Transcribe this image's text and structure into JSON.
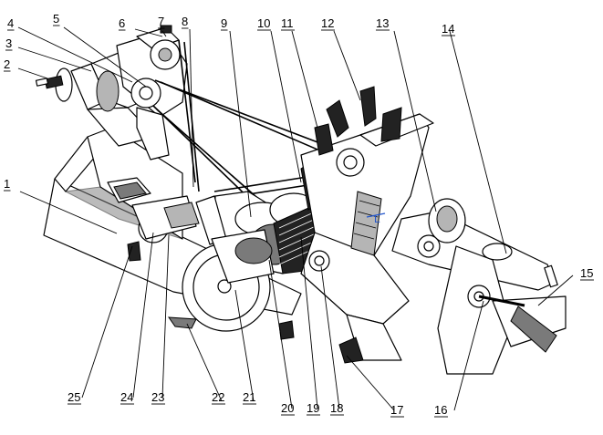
{
  "figure": {
    "callouts": [
      {
        "id": "c1",
        "text": "1"
      },
      {
        "id": "c2",
        "text": "2"
      },
      {
        "id": "c3",
        "text": "3"
      },
      {
        "id": "c4",
        "text": "4"
      },
      {
        "id": "c5",
        "text": "5"
      },
      {
        "id": "c6",
        "text": "6"
      },
      {
        "id": "c7",
        "text": "7"
      },
      {
        "id": "c8",
        "text": "8"
      },
      {
        "id": "c9",
        "text": "9"
      },
      {
        "id": "c10",
        "text": "10"
      },
      {
        "id": "c11",
        "text": "11"
      },
      {
        "id": "c12",
        "text": "12"
      },
      {
        "id": "c13",
        "text": "13"
      },
      {
        "id": "c14",
        "text": "14"
      },
      {
        "id": "c15",
        "text": "15"
      },
      {
        "id": "c16",
        "text": "16"
      },
      {
        "id": "c17",
        "text": "17"
      },
      {
        "id": "c18",
        "text": "18"
      },
      {
        "id": "c19",
        "text": "19"
      },
      {
        "id": "c20",
        "text": "20"
      },
      {
        "id": "c21",
        "text": "21"
      },
      {
        "id": "c22",
        "text": "22"
      },
      {
        "id": "c23",
        "text": "23"
      },
      {
        "id": "c24",
        "text": "24"
      },
      {
        "id": "c25",
        "text": "25"
      }
    ],
    "axis_marker": "L"
  }
}
